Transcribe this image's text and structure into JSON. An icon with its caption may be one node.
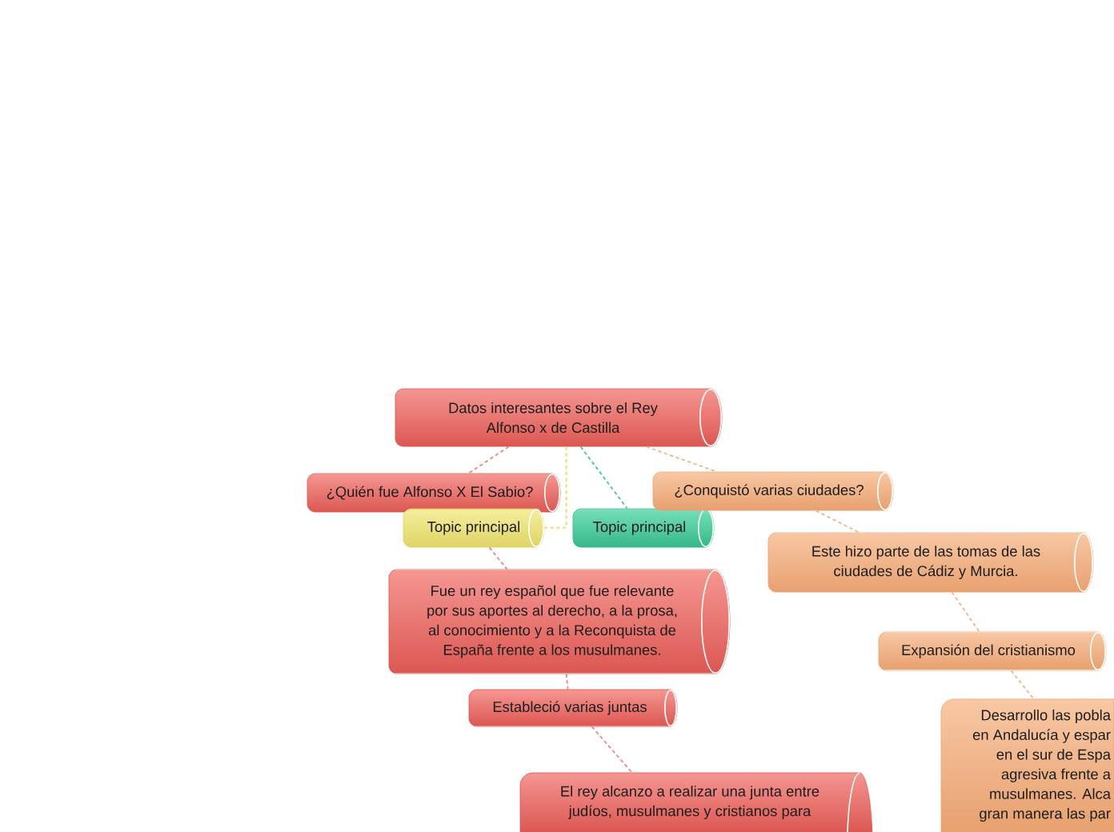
{
  "diagram": {
    "nodes": [
      {
        "text": [
          "Datos interesantes sobre el Rey Alfonso x de Castilla"
        ]
      },
      {
        "text": [
          "¿Quién fue Alfonso X El Sabio?"
        ]
      },
      {
        "text": [
          "Topic principal"
        ]
      },
      {
        "text": [
          "Topic principal"
        ]
      },
      {
        "text": [
          "¿Conquistó varias ciudades?"
        ]
      },
      {
        "text": [
          "Fue un rey español que fue relevante por sus aportes al derecho, a la prosa, al conocimiento y a la Reconquista de España frente a los musulmanes."
        ]
      },
      {
        "text": [
          "Este hizo parte de las tomas de las ciudades de Cádiz y Murcia."
        ]
      },
      {
        "text": [
          "Expansión del cristianismo"
        ]
      },
      {
        "text": [
          "Estableció varias juntas"
        ]
      },
      {
        "text": [
          "Desarrollo las pobla en Andalucía y espar en el sur de Espa agresiva frente a musulmanes. Alca gran manera las par"
        ]
      },
      {
        "text": [
          "El rey alcanzo a realizar una junta entre judíos, musulmanes y cristianos para"
        ]
      }
    ],
    "edges": [
      {
        "from": 0,
        "to": 1,
        "arrow": "none",
        "style": "dashed",
        "color": "#f0837e"
      },
      {
        "from": 0,
        "to": 2,
        "arrow": "none",
        "style": "dashed",
        "color": "#e6dc66"
      },
      {
        "from": 0,
        "to": 3,
        "arrow": "none",
        "style": "dashed",
        "color": "#45c99a"
      },
      {
        "from": 0,
        "to": 4,
        "arrow": "none",
        "style": "dashed",
        "color": "#f0b48a"
      },
      {
        "from": 2,
        "to": 5,
        "arrow": "none",
        "style": "dashed",
        "color": "#f0837e"
      },
      {
        "from": 5,
        "to": 8,
        "arrow": "none",
        "style": "dashed",
        "color": "#f0837e"
      },
      {
        "from": 8,
        "to": 10,
        "arrow": "none",
        "style": "dashed",
        "color": "#f0837e"
      },
      {
        "from": 4,
        "to": 6,
        "arrow": "none",
        "style": "dashed",
        "color": "#f0b48a"
      },
      {
        "from": 6,
        "to": 7,
        "arrow": "none",
        "style": "dashed",
        "color": "#f0b48a"
      },
      {
        "from": 7,
        "to": 9,
        "arrow": "none",
        "style": "dashed",
        "color": "#f0b48a"
      }
    ]
  }
}
